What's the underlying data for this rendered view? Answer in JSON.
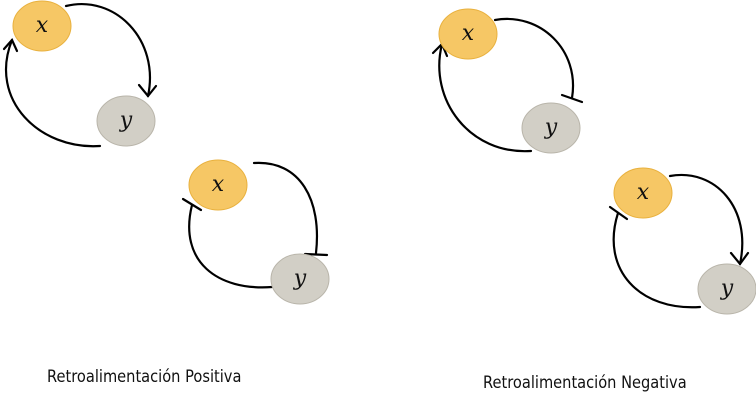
{
  "nodes": {
    "x": "x",
    "y": "y"
  },
  "captions": {
    "positive": "Retroalimentación Positiva",
    "negative": "Retroalimentación Negativa"
  },
  "colors": {
    "x_fill": "#f6c765",
    "x_stroke": "#e9b13e",
    "y_fill": "#d2cfc6",
    "y_stroke": "#b9b5aa",
    "edge": "#000000"
  },
  "loops": [
    {
      "group": "positive",
      "x_to_y": "activation",
      "y_to_x": "activation"
    },
    {
      "group": "positive",
      "x_to_y": "inhibition",
      "y_to_x": "inhibition"
    },
    {
      "group": "negative",
      "x_to_y": "inhibition",
      "y_to_x": "activation"
    },
    {
      "group": "negative",
      "x_to_y": "activation",
      "y_to_x": "inhibition"
    }
  ]
}
